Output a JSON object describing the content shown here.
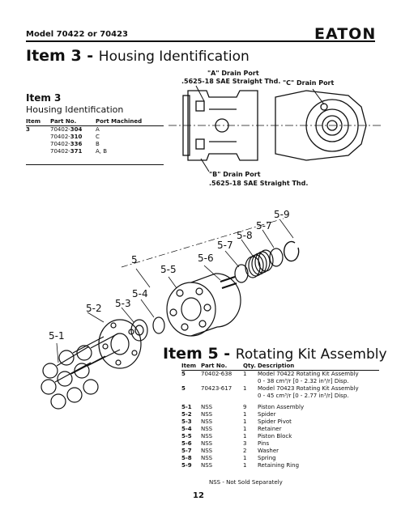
{
  "header": {
    "model_title": "Model 70422 or 70423",
    "brand": "EATON"
  },
  "item3": {
    "heading_bold": "Item 3 - ",
    "heading_light": "Housing Identification",
    "small_heading": "Item 3",
    "subtitle": "Housing Identification",
    "columns": [
      "Item",
      "Part No.",
      "Port Machined"
    ],
    "rows": [
      {
        "item": "3",
        "prefix": "70402-",
        "suffix": "304",
        "port": "A"
      },
      {
        "item": "",
        "prefix": "70402-",
        "suffix": "310",
        "port": "C"
      },
      {
        "item": "",
        "prefix": "70402-",
        "suffix": "336",
        "port": "B"
      },
      {
        "item": "",
        "prefix": "70402-",
        "suffix": "371",
        "port": "A, B"
      }
    ],
    "labels": {
      "a_port": "\"A\" Drain Port",
      "a_thread": ".5625-18 SAE Straight Thd.",
      "c_port": "\"C\" Drain Port",
      "b_port": "\"B\" Drain Port",
      "b_thread": ".5625-18 SAE Straight Thd."
    }
  },
  "callouts": {
    "c5": "5",
    "c5_1": "5-1",
    "c5_2": "5-2",
    "c5_3": "5-3",
    "c5_4": "5-4",
    "c5_5": "5-5",
    "c5_6": "5-6",
    "c5_7a": "5-7",
    "c5_7b": "5-7",
    "c5_8": "5-8",
    "c5_9": "5-9"
  },
  "item5": {
    "heading_bold": "Item 5 - ",
    "heading_light": "Rotating Kit Assembly",
    "columns": [
      "Item",
      "Part No.",
      "Qty.",
      "Description"
    ],
    "rows": [
      {
        "item": "5",
        "part": "70402-638",
        "qty": "1",
        "desc": "Model 70422 Rotating Kit Assembly",
        "desc2": "0 - 38 cm³/r [0 - 2.32 in³/r] Disp."
      },
      {
        "item": "5",
        "part": "70423-617",
        "qty": "1",
        "desc": "Model 70423 Rotating Kit Assembly",
        "desc2": "0 - 45 cm³/r [0 - 2.77 in³/r] Disp."
      },
      {
        "item": "5-1",
        "part": "NSS",
        "qty": "9",
        "desc": "Piston Assembly",
        "desc2": ""
      },
      {
        "item": "5-2",
        "part": "NSS",
        "qty": "1",
        "desc": "Spider",
        "desc2": ""
      },
      {
        "item": "5-3",
        "part": "NSS",
        "qty": "1",
        "desc": "Spider Pivot",
        "desc2": ""
      },
      {
        "item": "5-4",
        "part": "NSS",
        "qty": "1",
        "desc": "Retainer",
        "desc2": ""
      },
      {
        "item": "5-5",
        "part": "NSS",
        "qty": "1",
        "desc": "Piston Block",
        "desc2": ""
      },
      {
        "item": "5-6",
        "part": "NSS",
        "qty": "3",
        "desc": "Pins",
        "desc2": ""
      },
      {
        "item": "5-7",
        "part": "NSS",
        "qty": "2",
        "desc": "Washer",
        "desc2": ""
      },
      {
        "item": "5-8",
        "part": "NSS",
        "qty": "1",
        "desc": "Spring",
        "desc2": ""
      },
      {
        "item": "5-9",
        "part": "NSS",
        "qty": "1",
        "desc": "Retaining Ring",
        "desc2": ""
      }
    ],
    "note": "NSS - Not Sold Separately"
  },
  "page_number": "12"
}
